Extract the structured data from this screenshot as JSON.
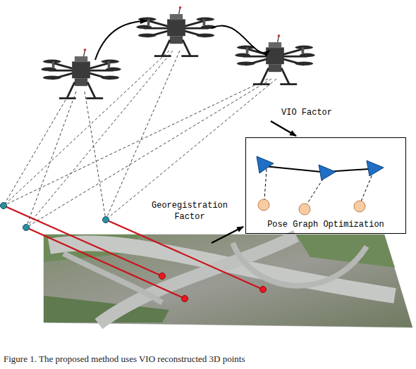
{
  "diagram": {
    "caption": "Figure 1. The proposed method uses VIO reconstructed 3D points",
    "nodes": [
      {
        "text": [
          "Pose Graph Optimization"
        ]
      }
    ],
    "labels": [
      "VIO Factor",
      "Georegistration Factor"
    ]
  }
}
